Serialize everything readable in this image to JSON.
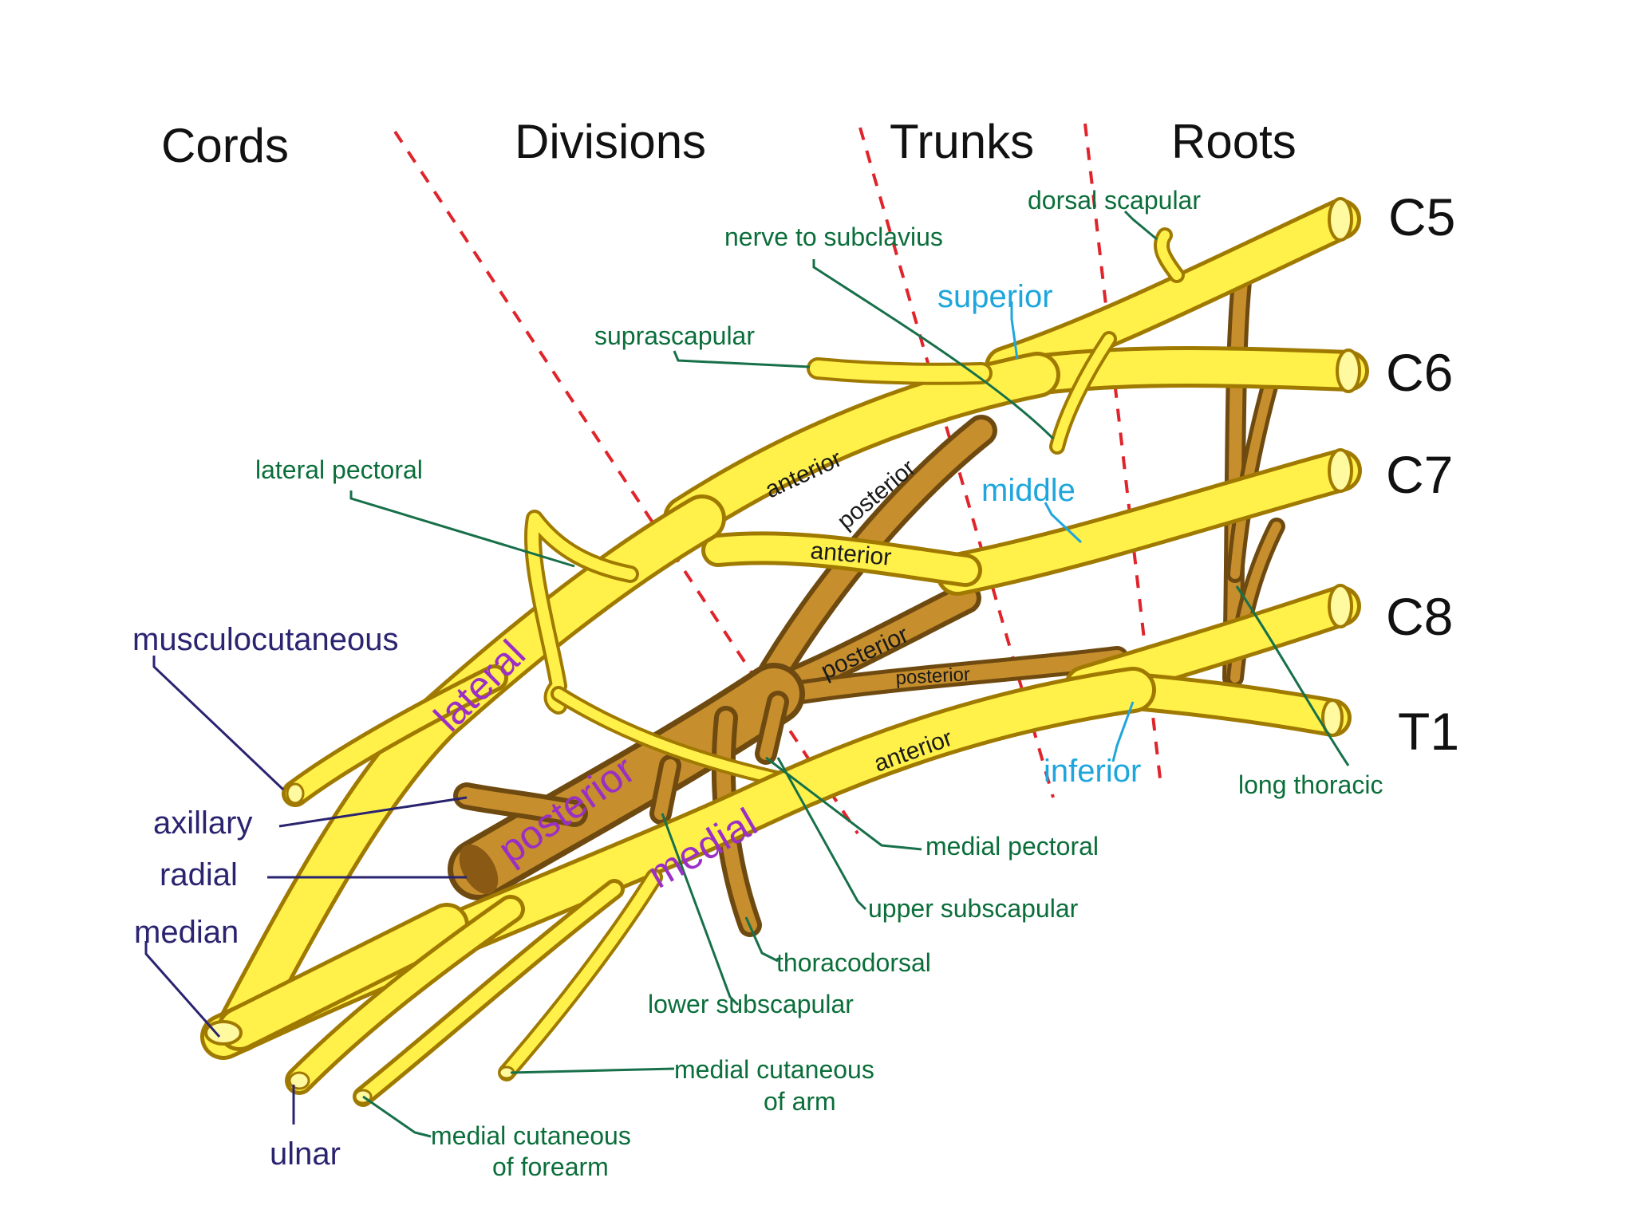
{
  "regions": {
    "cords": "Cords",
    "divisions": "Divisions",
    "trunks": "Trunks",
    "roots": "Roots"
  },
  "roots": {
    "c5": "C5",
    "c6": "C6",
    "c7": "C7",
    "c8": "C8",
    "t1": "T1"
  },
  "trunks": {
    "superior": "superior",
    "middle": "middle",
    "inferior": "inferior"
  },
  "divisions": {
    "anterior_upper": "anterior",
    "posterior_upper": "posterior",
    "anterior_middle": "anterior",
    "posterior_middle": "posterior",
    "posterior_lower": "posterior",
    "anterior_lower": "anterior"
  },
  "cords": {
    "lateral": "lateral",
    "posterior": "posterior",
    "medial": "medial"
  },
  "branches": {
    "dorsal_scapular": "dorsal scapular",
    "nerve_to_subclavius": "nerve to subclavius",
    "suprascapular": "suprascapular",
    "lateral_pectoral": "lateral pectoral",
    "long_thoracic": "long thoracic",
    "medial_pectoral": "medial pectoral",
    "upper_subscapular": "upper subscapular",
    "thoracodorsal": "thoracodorsal",
    "lower_subscapular": "lower subscapular",
    "medial_cutaneous_arm_line1": "medial cutaneous",
    "medial_cutaneous_arm_line2": "of arm",
    "medial_cutaneous_forearm_line1": "medial cutaneous",
    "medial_cutaneous_forearm_line2": "of forearm"
  },
  "terminal": {
    "musculocutaneous": "musculocutaneous",
    "axillary": "axillary",
    "radial": "radial",
    "median": "median",
    "ulnar": "ulnar"
  },
  "colors": {
    "nerve_yellow": "#fff14a",
    "posterior_brown": "#c68e2c",
    "divider_red": "#e0242b",
    "branch_label_green": "#0b6e3a",
    "terminal_label_navy": "#2a2470",
    "trunk_label_blue": "#1ea6dc",
    "cord_label_purple": "#9b2fc4"
  }
}
